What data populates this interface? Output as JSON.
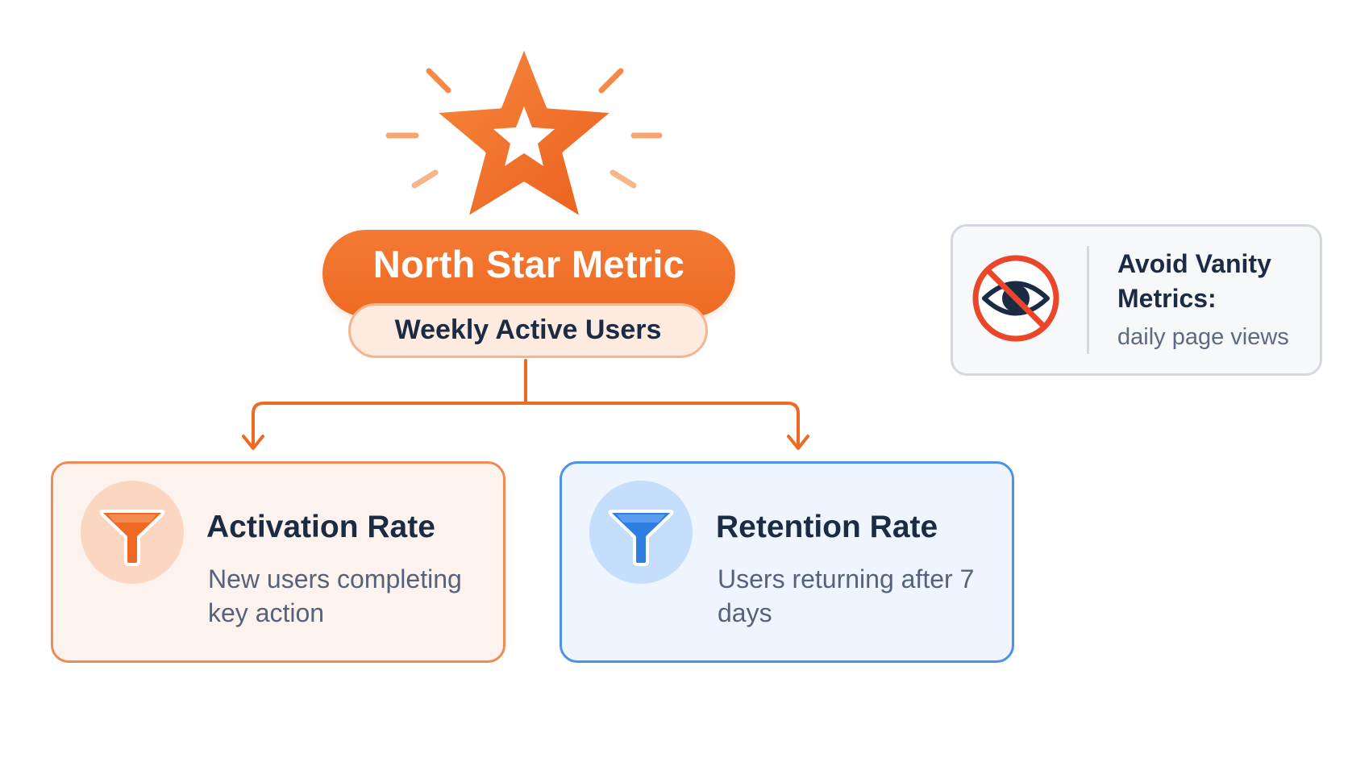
{
  "north_star": {
    "title": "North Star Metric",
    "metric": "Weekly Active Users",
    "icon": "star-icon",
    "accent_color": "#ee6a22"
  },
  "drivers": [
    {
      "title": "Activation Rate",
      "description": "New users completing key action",
      "icon": "funnel-icon",
      "accent_color": "#ee6a22"
    },
    {
      "title": "Retention Rate",
      "description": "Users returning after 7 days",
      "icon": "funnel-icon",
      "accent_color": "#2f7fe3"
    }
  ],
  "vanity": {
    "title": "Avoid Vanity Metrics:",
    "example": "daily page views",
    "icon": "eye-slash-icon",
    "accent_color": "#e9462a"
  }
}
